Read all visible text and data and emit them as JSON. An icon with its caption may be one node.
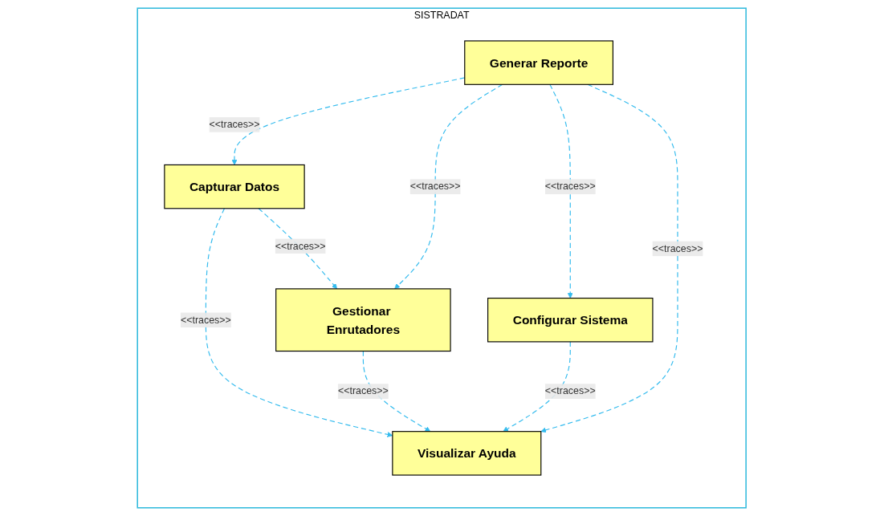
{
  "diagram": {
    "nodes": [
      {
        "text": [
          "SISTRADAT"
        ]
      },
      {
        "text": [
          "Capturar Datos"
        ],
        "in": 0
      },
      {
        "text": [
          "Gestionar Enrutadores"
        ],
        "in": 0
      },
      {
        "text": [
          "Visualizar Ayuda"
        ],
        "in": 0
      },
      {
        "text": [
          "Generar Reporte"
        ],
        "in": 0
      },
      {
        "text": [
          "Configurar Sistema"
        ],
        "in": 0
      }
    ],
    "edges": [
      {
        "from": 1,
        "to": 3,
        "arrow": "to",
        "label": "<<traces>>",
        "style": "dashed"
      },
      {
        "from": 1,
        "to": 2,
        "arrow": "to",
        "label": "<<traces>>",
        "style": "dashed"
      },
      {
        "from": 2,
        "to": 3,
        "arrow": "to",
        "label": "<<traces>>",
        "style": "dashed"
      },
      {
        "from": 4,
        "to": 1,
        "arrow": "to",
        "label": "<<traces>>",
        "style": "dashed"
      },
      {
        "from": 4,
        "to": 2,
        "arrow": "to",
        "label": "<<traces>>",
        "style": "dashed"
      },
      {
        "from": 4,
        "to": 5,
        "arrow": "to",
        "label": "<<traces>>",
        "style": "dashed"
      },
      {
        "from": 5,
        "to": 3,
        "arrow": "to",
        "label": "<<traces>>",
        "style": "dashed"
      },
      {
        "from": 4,
        "to": 3,
        "arrow": "to",
        "label": "<<traces>>",
        "style": "dashed"
      }
    ]
  }
}
